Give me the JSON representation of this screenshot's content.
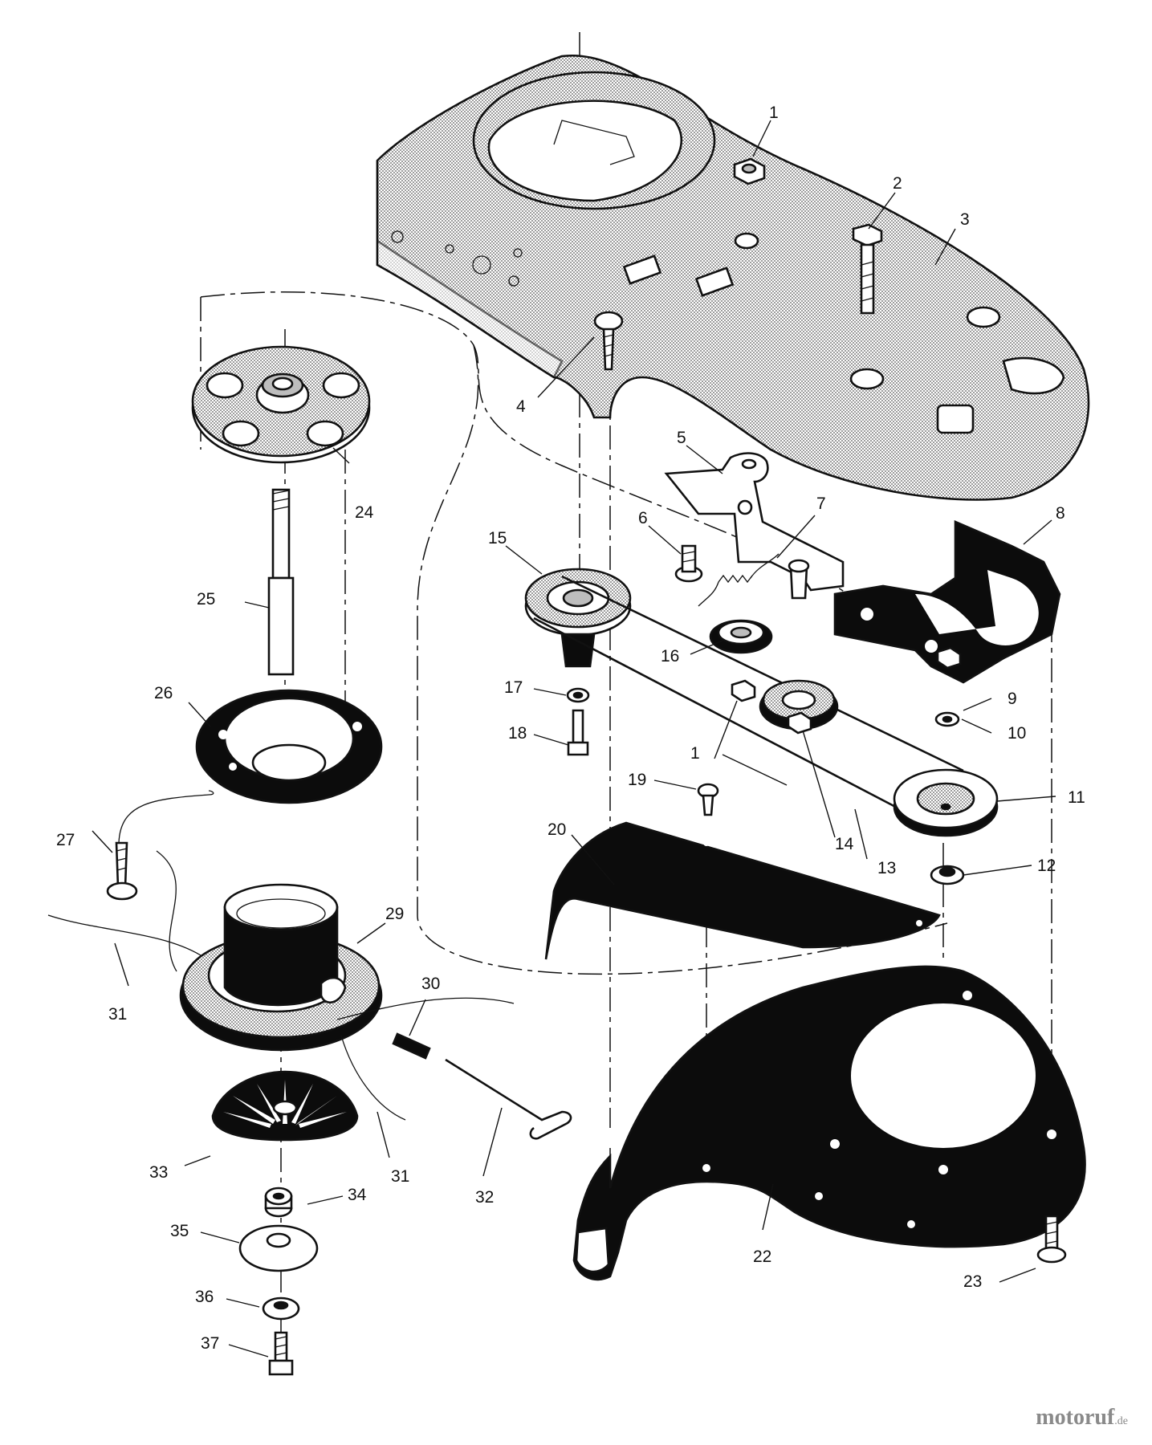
{
  "diagram": {
    "labels": [
      "1",
      "2",
      "3",
      "4",
      "5",
      "6",
      "7",
      "8",
      "15",
      "16",
      "17",
      "18",
      "9",
      "10",
      "1",
      "11",
      "19",
      "12",
      "14",
      "13",
      "20",
      "24",
      "25",
      "26",
      "27",
      "29",
      "30",
      "31",
      "31",
      "32",
      "33",
      "34",
      "35",
      "36",
      "37",
      "22",
      "23"
    ]
  },
  "watermark": {
    "brand": "motoruf",
    "tld": ".de"
  },
  "colors": {
    "ink": "#111111",
    "shade": "#bdbdbd",
    "paper": "#ffffff"
  }
}
